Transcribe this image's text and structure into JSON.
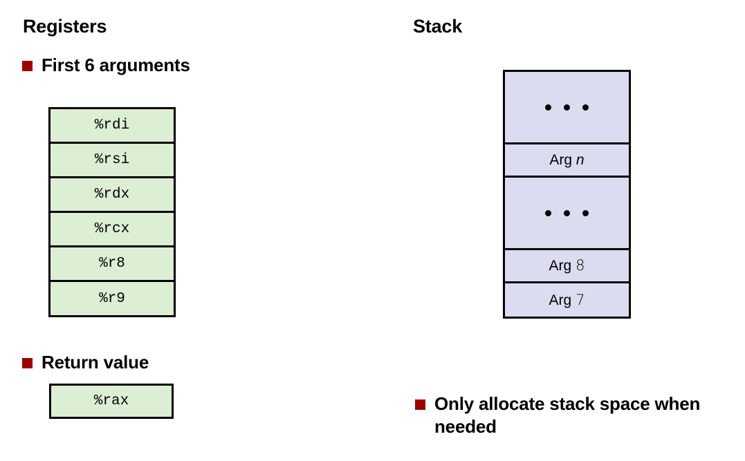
{
  "slide": {
    "left_column": {
      "heading": "Registers",
      "bullets": [
        {
          "id": "first-six",
          "label": "First 6 arguments"
        },
        {
          "id": "return-value",
          "label": "Return value"
        }
      ],
      "argument_registers": {
        "fill_color": "#dceed3",
        "border_color": "#000000",
        "rows": [
          {
            "name": "%rdi"
          },
          {
            "name": "%rsi"
          },
          {
            "name": "%rdx"
          },
          {
            "name": "%rcx"
          },
          {
            "name": "%r8"
          },
          {
            "name": "%r9"
          }
        ]
      },
      "return_register": {
        "fill_color": "#dceed3",
        "border_color": "#000000",
        "rows": [
          {
            "name": "%rax"
          }
        ]
      }
    },
    "right_column": {
      "heading": "Stack",
      "stack_box": {
        "fill_color": "#dcdcf0",
        "border_color": "#000000",
        "rows": [
          {
            "kind": "ellipsis",
            "label": "• • •"
          },
          {
            "kind": "slot",
            "prefix": "Arg ",
            "index": "n",
            "index_style": "italic"
          },
          {
            "kind": "ellipsis",
            "label": "• • •"
          },
          {
            "kind": "slot",
            "prefix": "Arg ",
            "index": "8",
            "index_style": "numeral"
          },
          {
            "kind": "slot",
            "prefix": "Arg ",
            "index": "7",
            "index_style": "numeral"
          }
        ]
      },
      "bullets": [
        {
          "id": "only-allocate",
          "label": "Only allocate stack space when needed"
        }
      ]
    },
    "theme": {
      "bullet_marker_color": "#9c0200",
      "text_color": "#000000",
      "background_color": "#ffffff",
      "register_fill": "#dceed3",
      "stack_fill": "#dcdcf0"
    }
  }
}
